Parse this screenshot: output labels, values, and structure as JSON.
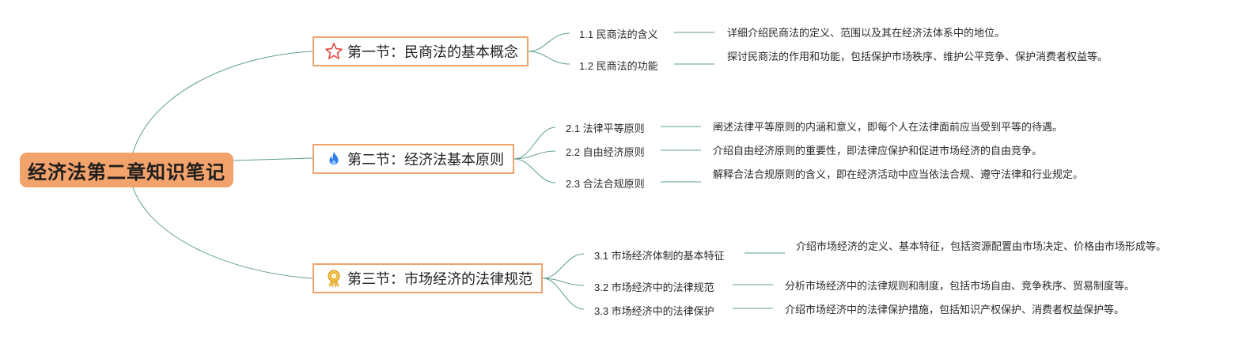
{
  "root": {
    "title": "经济法第二章知识笔记"
  },
  "sections": [
    {
      "title": "第一节：民商法的基本概念",
      "icon": "star-icon",
      "items": [
        {
          "label": "1.1 民商法的含义",
          "desc": "详细介绍民商法的定义、范围以及其在经济法体系中的地位。"
        },
        {
          "label": "1.2 民商法的功能",
          "desc": "探讨民商法的作用和功能，包括保护市场秩序、维护公平竞争、保护消费者权益等。"
        }
      ]
    },
    {
      "title": "第二节：经济法基本原则",
      "icon": "fire-icon",
      "items": [
        {
          "label": "2.1 法律平等原则",
          "desc": "阐述法律平等原则的内涵和意义，即每个人在法律面前应当受到平等的待遇。"
        },
        {
          "label": "2.2 自由经济原则",
          "desc": "介绍自由经济原则的重要性，即法律应保护和促进市场经济的自由竞争。"
        },
        {
          "label": "2.3 合法合规原则",
          "desc": "解释合法合规原则的含义，即在经济活动中应当依法合规、遵守法律和行业规定。"
        }
      ]
    },
    {
      "title": "第三节：市场经济的法律规范",
      "icon": "award-ribbon-icon",
      "items": [
        {
          "label": "3.1 市场经济体制的基本特征",
          "desc": "介绍市场经济的定义、基本特征，包括资源配置由市场决定、价格由市场形成等。"
        },
        {
          "label": "3.2 市场经济中的法律规范",
          "desc": "分析市场经济中的法律规则和制度，包括市场自由、竞争秩序、贸易制度等。"
        },
        {
          "label": "3.3 市场经济中的法律保护",
          "desc": "介绍市场经济中的法律保护措施，包括知识产权保护、消费者权益保护等。"
        }
      ]
    }
  ],
  "colors": {
    "root_fill": "#f2a26b",
    "section_border": "#f0a36c",
    "connector": "#5f9e8f"
  }
}
